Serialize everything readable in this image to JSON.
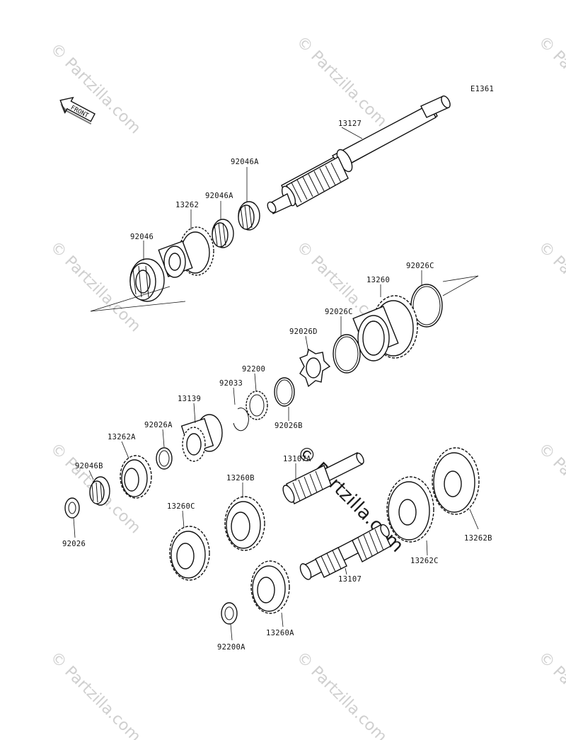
{
  "diagram_code": "E1361",
  "front_label": "FRONT",
  "watermark": "© Partzilla.com",
  "center_watermark": "© Partzilla.com",
  "labels": {
    "p13127": "13127",
    "p92046A_1": "92046A",
    "p92046A_2": "92046A",
    "p13262": "13262",
    "p92046": "92046",
    "p92026C_1": "92026C",
    "p13260": "13260",
    "p92026C_2": "92026C",
    "p92026D": "92026D",
    "p92200": "92200",
    "p92033": "92033",
    "p13139": "13139",
    "p92026B": "92026B",
    "p92026A": "92026A",
    "p13262A": "13262A",
    "p92046B": "92046B",
    "p92026": "92026",
    "p13107A": "13107A",
    "p13260B": "13260B",
    "p13260C": "13260C",
    "p13262C": "13262C",
    "p13262B": "13262B",
    "p13107": "13107",
    "p13260A": "13260A",
    "p92200A": "92200A"
  }
}
